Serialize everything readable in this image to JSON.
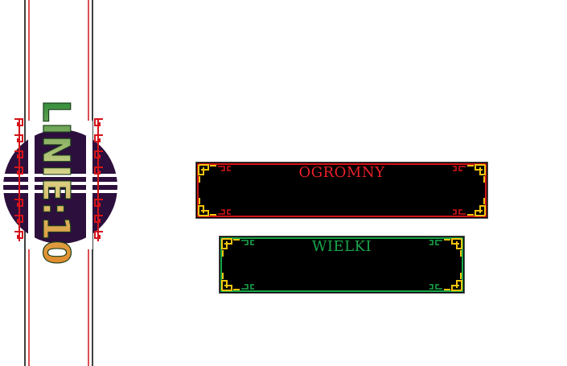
{
  "sidebar": {
    "logo_text": "LINIE:10",
    "colors": {
      "rail": "#000000",
      "rail_accent": "#d4141a",
      "disc": "#2d0f3d",
      "fretwork": "#d4141a"
    }
  },
  "panels": [
    {
      "id": "huge",
      "title": "OGROMNY",
      "title_color": "#e8202a",
      "border_color": "#d4141a",
      "corner_color": "#f2c40c",
      "interactable": true
    },
    {
      "id": "large",
      "title": "WIELKI",
      "title_color": "#1aa64a",
      "border_color": "#1aa64a",
      "corner_color": "#f2c40c",
      "interactable": true
    }
  ]
}
